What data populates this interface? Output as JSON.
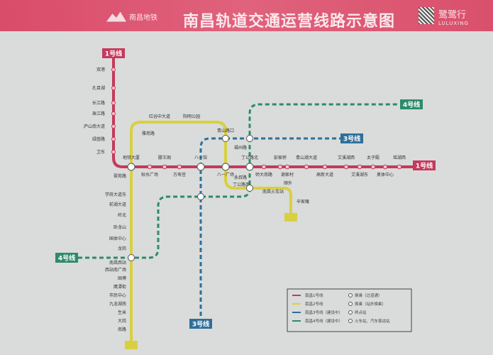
{
  "header": {
    "logo_text": "南昌地铁",
    "title": "南昌轨道交通运营线路示意图",
    "brand": "鹭鹭行",
    "brand_en": "LULUXING"
  },
  "colors": {
    "line1": "#c43a5c",
    "line2": "#d8d040",
    "line3": "#2f6f9a",
    "line4": "#2e8a6a",
    "header": "#d94c6a"
  },
  "lines": {
    "line1": {
      "label": "1号线",
      "stations": [
        "双港",
        "孔目湖",
        "长江路",
        "珠江路",
        "庐山南大道",
        "绿茵路",
        "卫东",
        "地铁大厦",
        "秋水广场",
        "滕王阁",
        "万寿宫",
        "八一馆",
        "八一广场",
        "丁公路北",
        "师大南路",
        "彭家桥",
        "谢家村",
        "青山湖大道",
        "高新大道",
        "艾溪湖西",
        "艾溪湖东",
        "太子殿",
        "奥体中心",
        "瑶湖西"
      ]
    },
    "line2": {
      "label": "2号线",
      "stations": [
        "南路",
        "大岗",
        "生米",
        "九龙湖南",
        "市民中心",
        "鹰潭街",
        "国博",
        "西站南广场",
        "南昌西站",
        "龙岗",
        "国体中心",
        "卧龙山",
        "岭北",
        "前湖大道",
        "学府大道东",
        "翠苑路",
        "地铁大厦",
        "雅苑路",
        "红谷中大道",
        "阳明公园",
        "青山路口",
        "福州路",
        "八一广场",
        "永叔路",
        "丁公路南",
        "南昌火车站",
        "顺外",
        "辛家庵"
      ]
    },
    "line3": {
      "label": "3号线"
    },
    "line4": {
      "label": "4号线"
    }
  },
  "legend": {
    "items": [
      "南昌1号线",
      "南昌2号线",
      "南昌3号线（建设中）",
      "南昌4号线（建设中）",
      "换乘（过道通）",
      "换乘（站外换乘）",
      "终点站",
      "火车站、汽车客运站"
    ]
  }
}
